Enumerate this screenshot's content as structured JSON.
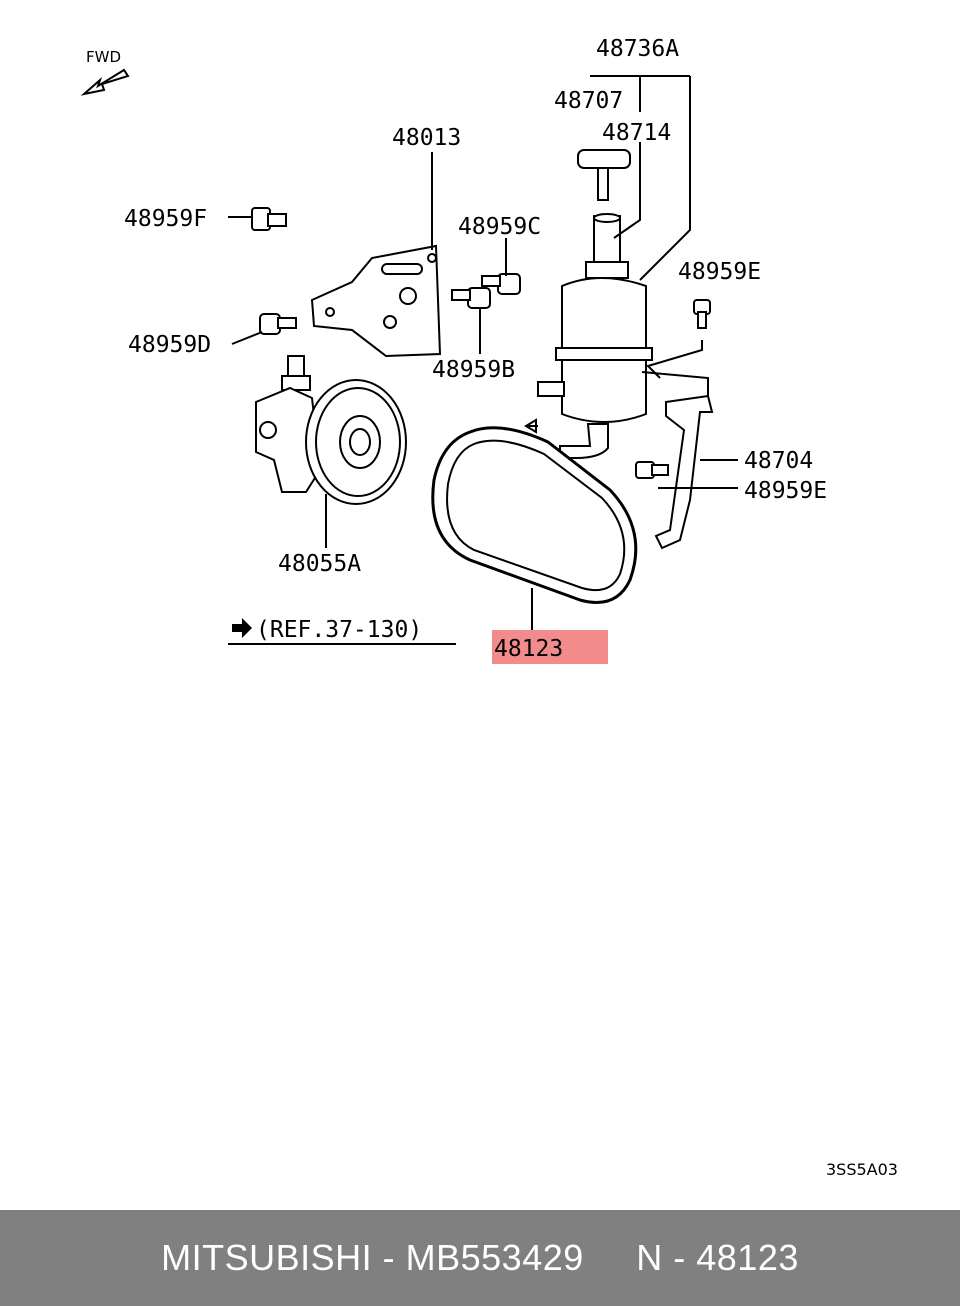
{
  "diagram": {
    "direction_label": "FWD",
    "reference": "(REF.37-130)",
    "drawing_code": "3SS5A03",
    "highlight_color": "#f28b8b",
    "highlight_text_color": "#b00000",
    "parts": {
      "p48736A": "48736A",
      "p48707": "48707",
      "p48714": "48714",
      "p48013": "48013",
      "p48959F": "48959F",
      "p48959C": "48959C",
      "p48959E_top": "48959E",
      "p48959D": "48959D",
      "p48959B": "48959B",
      "p48704": "48704",
      "p48959E_bottom": "48959E",
      "p48055A": "48055A",
      "p48123": "48123"
    }
  },
  "footer": {
    "text": "MITSUBISHI - MB553429     N - 48123"
  }
}
